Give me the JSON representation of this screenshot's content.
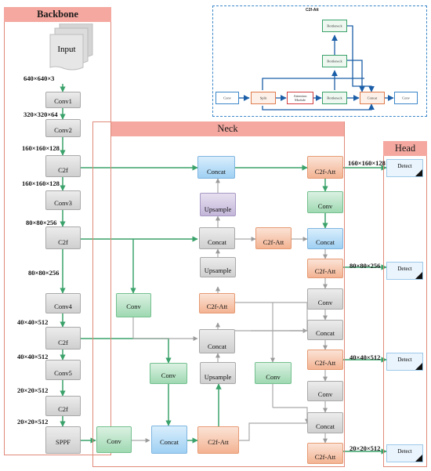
{
  "panels": {
    "backbone": "Backbone",
    "neck": "Neck",
    "head": "Head",
    "c2f_att": "C2f-Att"
  },
  "input": {
    "label": "Input"
  },
  "backbone": {
    "conv1": "Conv1",
    "conv2": "Conv2",
    "c2f_1": "C2f",
    "conv3": "Conv3",
    "c2f_2": "C2f",
    "conv4": "Conv4",
    "c2f_3": "C2f",
    "conv5": "Conv5",
    "c2f_4": "C2f",
    "sppf": "SPPF"
  },
  "dims": {
    "d1": "640×640×3",
    "d2": "320×320×64",
    "d3": "160×160×128",
    "d4": "160×160×128",
    "d5": "80×80×256",
    "d6": "80×80×256",
    "d7": "40×40×512",
    "d8": "40×40×512",
    "d9": "20×20×512",
    "d10": "20×20×512",
    "h1": "160×160×128",
    "h2": "80×80×256",
    "h3": "40×40×512",
    "h4": "20×20×512"
  },
  "neck": {
    "conv_a": "Conv",
    "conv_b": "Conv",
    "concat_bottom": "Concat",
    "c2f_att_bottom": "C2f-Att",
    "concat_top": "Concat",
    "upsample_1": "Upsample",
    "concat_mid": "Concat",
    "c2f_att_mid": "C2f-Att",
    "upsample_2": "Upsample",
    "c2f_att_low": "C2f-Att",
    "concat_low": "Concat",
    "upsample_3": "Upsample",
    "conv_c": "Conv",
    "r_c2f_att_1": "C2f-Att",
    "r_conv_1": "Conv",
    "r_concat_1": "Concat",
    "r_c2f_att_2": "C2f-Att",
    "r_conv_2": "Conv",
    "r_concat_2": "Concat",
    "r_c2f_att_3": "C2f-Att",
    "r_conv_3": "Conv",
    "r_concat_3": "Concat",
    "r_c2f_att_4": "C2f-Att"
  },
  "head": {
    "detect_1": "Detect",
    "detect_2": "Detect",
    "detect_3": "Detect",
    "detect_4": "Detect"
  },
  "inset": {
    "conv_in": "Conv",
    "split": "Split",
    "attention": "Attention Module",
    "bottleneck_1": "Bottleneck",
    "bottleneck_2": "Bottleneck",
    "bottleneck_3": "Bottleneck",
    "concat": "Concat",
    "conv_out": "Conv"
  },
  "colors": {
    "green_arrow": "#3aa26a",
    "gray_arrow": "#a9a9a9",
    "panel_border": "#e08a7a",
    "panel_title_bg": "#f4a8a0",
    "inset_border": "#3a86c8"
  }
}
